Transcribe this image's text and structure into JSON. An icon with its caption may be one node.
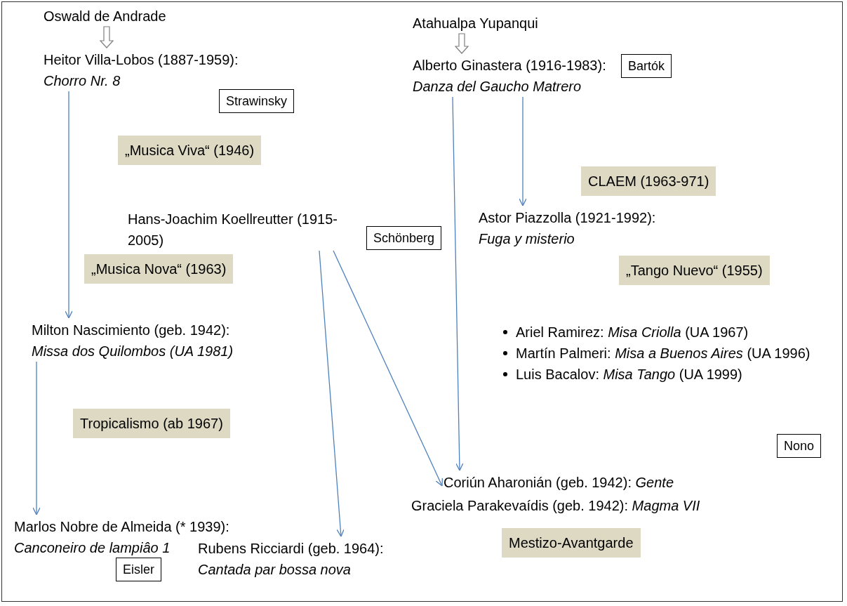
{
  "diagram": {
    "nodes": [
      {
        "text": [
          "Oswald de Andrade"
        ]
      },
      {
        "text": [
          "Heitor Villa-Lobos (1887-1959):",
          "Chorro Nr. 8"
        ]
      },
      {
        "text": [
          "Strawinsky"
        ]
      },
      {
        "text": [
          "„Musica Viva“ (1946)"
        ]
      },
      {
        "text": [
          "Atahualpa Yupanqui"
        ]
      },
      {
        "text": [
          "Alberto Ginastera (1916-1983):",
          "Danza del Gaucho Matrero"
        ]
      },
      {
        "text": [
          "Bartók"
        ]
      },
      {
        "text": [
          "CLAEM (1963-971)"
        ]
      },
      {
        "text": [
          "Hans-Joachim Koellreutter (1915-2005)"
        ]
      },
      {
        "text": [
          "Schönberg"
        ]
      },
      {
        "text": [
          "„Musica Nova“ (1963)"
        ]
      },
      {
        "text": [
          "Astor Piazzolla (1921-1992):",
          "Fuga y misterio"
        ]
      },
      {
        "text": [
          "„Tango Nuevo“ (1955)"
        ]
      },
      {
        "text": [
          "Milton Nascimiento (geb. 1942):",
          "Missa dos Quilombos (UA 1981)"
        ]
      },
      {
        "text": [
          "Tropicalismo (ab 1967)"
        ]
      },
      {
        "text": [
          "Nono"
        ]
      },
      {
        "text": [
          "Coriún Aharonián (geb. 1942): *Gente*"
        ]
      },
      {
        "text": [
          "Graciela Parakevaídis (geb. 1942): *Magma VII*"
        ]
      },
      {
        "text": [
          "Marlos Nobre de Almeida (* 1939):",
          "Canconeiro de lampiâo 1"
        ]
      },
      {
        "text": [
          "Mestizo-Avantgarde"
        ]
      },
      {
        "text": [
          "Eisler"
        ]
      },
      {
        "text": [
          "Rubens Ricciardi (geb. 1964):",
          "Cantada par bossa nova"
        ]
      }
    ],
    "edges": [
      {
        "from": 0,
        "to": 1,
        "arrow": "to",
        "style": "thick",
        "color": "#7f7f7f"
      },
      {
        "from": 4,
        "to": 5,
        "arrow": "to",
        "style": "thick",
        "color": "#7f7f7f"
      },
      {
        "from": 1,
        "to": 13,
        "arrow": "to"
      },
      {
        "from": 5,
        "to": 11,
        "arrow": "to"
      },
      {
        "from": 5,
        "to": 16,
        "arrow": "to"
      },
      {
        "from": 8,
        "to": 21,
        "arrow": "to"
      },
      {
        "from": 8,
        "to": 16,
        "arrow": "to"
      },
      {
        "from": 13,
        "to": 18,
        "arrow": "to"
      }
    ],
    "labels": [
      "Ariel Ramirez: *Misa Criolla* (UA 1967)",
      "Martín Palmeri: *Misa a Buenos Aires* (UA 1996)",
      "Luis Bacalov: *Misa Tango* (UA 1999)"
    ]
  }
}
